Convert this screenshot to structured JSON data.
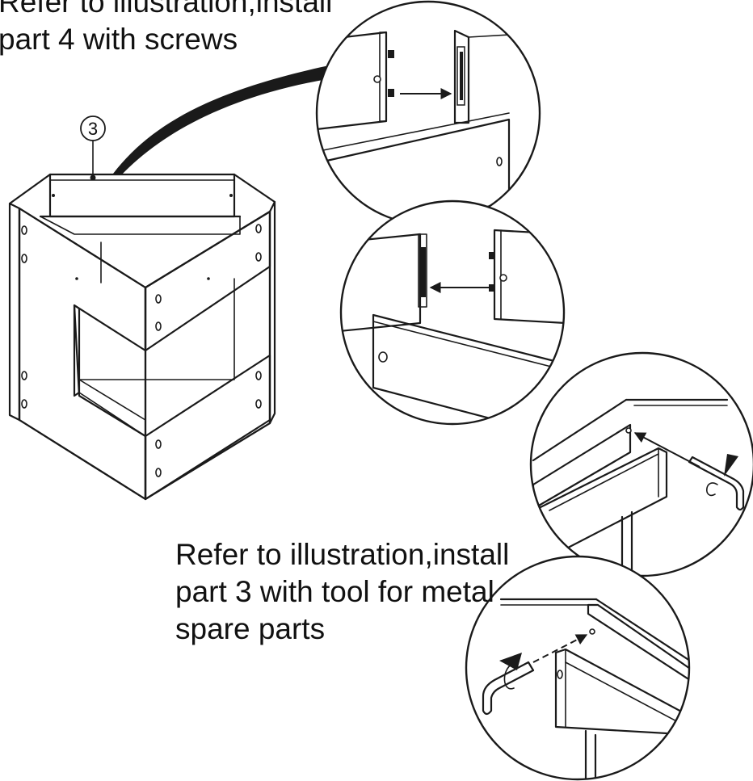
{
  "captions": {
    "top": [
      "Refer to illustration,install",
      "part 4 with screws"
    ],
    "bottom": [
      "Refer to illustration,install",
      "part 3 with tool for metal",
      "spare parts"
    ]
  },
  "part_label": "3",
  "colors": {
    "ink": "#1a1a1a",
    "background": "#ffffff"
  },
  "icons": [
    "hex-key-icon",
    "rotation-arrow-icon",
    "direction-arrow-icon",
    "cam-lock-icon"
  ]
}
